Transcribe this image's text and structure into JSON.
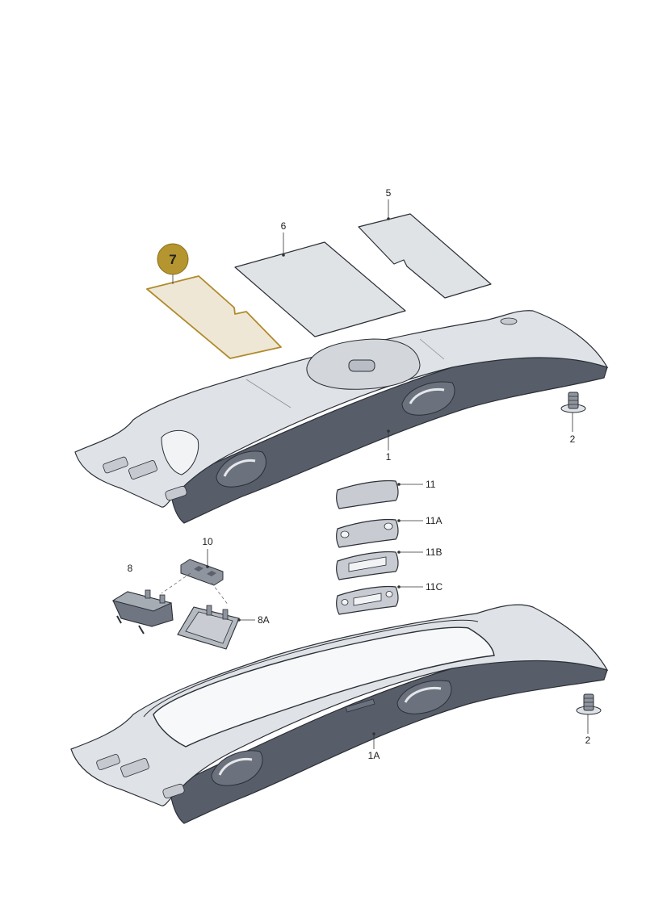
{
  "colors": {
    "headliner_top": "#dfe2e6",
    "headliner_edge": "#575e6a",
    "headliner_dark": "#3e444e",
    "pad": "#dfe3e6",
    "highlight_fill": "#efe7d6",
    "highlight_stroke": "#b08b2c",
    "badge_fill": "#b5952f"
  },
  "callouts": {
    "highlighted": "7",
    "p1": "1",
    "p1a": "1A",
    "p2_top": "2",
    "p2_bottom": "2",
    "p5": "5",
    "p6": "6",
    "p8": "8",
    "p8a": "8A",
    "p10": "10",
    "p11": "11",
    "p11a": "11A",
    "p11b": "11B",
    "p11c": "11C"
  }
}
